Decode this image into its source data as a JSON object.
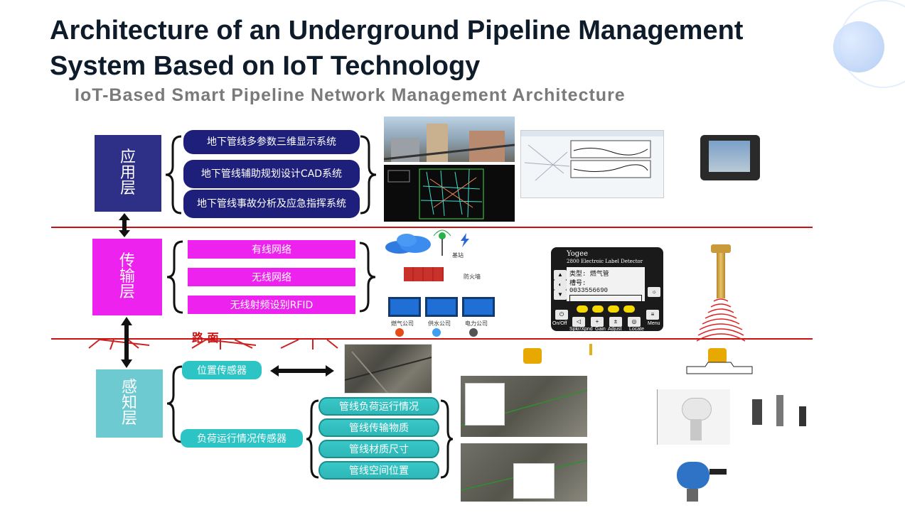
{
  "title": "Architecture of an Underground Pipeline Management System Based on IoT Technology",
  "subtitle": "IoT-Based Smart Pipeline Network Management Architecture",
  "layers": {
    "application": "应用层",
    "transport": "传输层",
    "sensing": "感知层"
  },
  "application_items": [
    "地下管线多参数三维显示系统",
    "地下管线辅助规划设计CAD系统",
    "地下管线事故分析及应急指挥系统"
  ],
  "transport_items": [
    "有线网络",
    "无线网络",
    "无线射频设别RFID"
  ],
  "road_label": "路 面",
  "sensors": {
    "position": "位置传感器",
    "load": "负荷运行情况传感器"
  },
  "load_items": [
    "管线负荷运行情况",
    "管线传输物质",
    "管线材质尺寸",
    "管线空间位置"
  ],
  "network_labels": {
    "base_station": "基站",
    "firewall": "防火墙",
    "companies": [
      "燃气公司",
      "供水公司",
      "电力公司"
    ]
  },
  "detector": {
    "brand": "Yogee",
    "model": "2800 Electroic Label Detector",
    "screen_lines": [
      "类型: 燃气管",
      "槽号:",
      "0033556690"
    ],
    "buttons": [
      "On/Off",
      "Spkr/Xpnd",
      "Gain",
      "Adjust",
      "Locate",
      "Menu"
    ]
  },
  "colors": {
    "application": "#2e2f86",
    "transport": "#ee22ee",
    "sensing": "#6ccad0",
    "road_line": "#cc1111"
  }
}
